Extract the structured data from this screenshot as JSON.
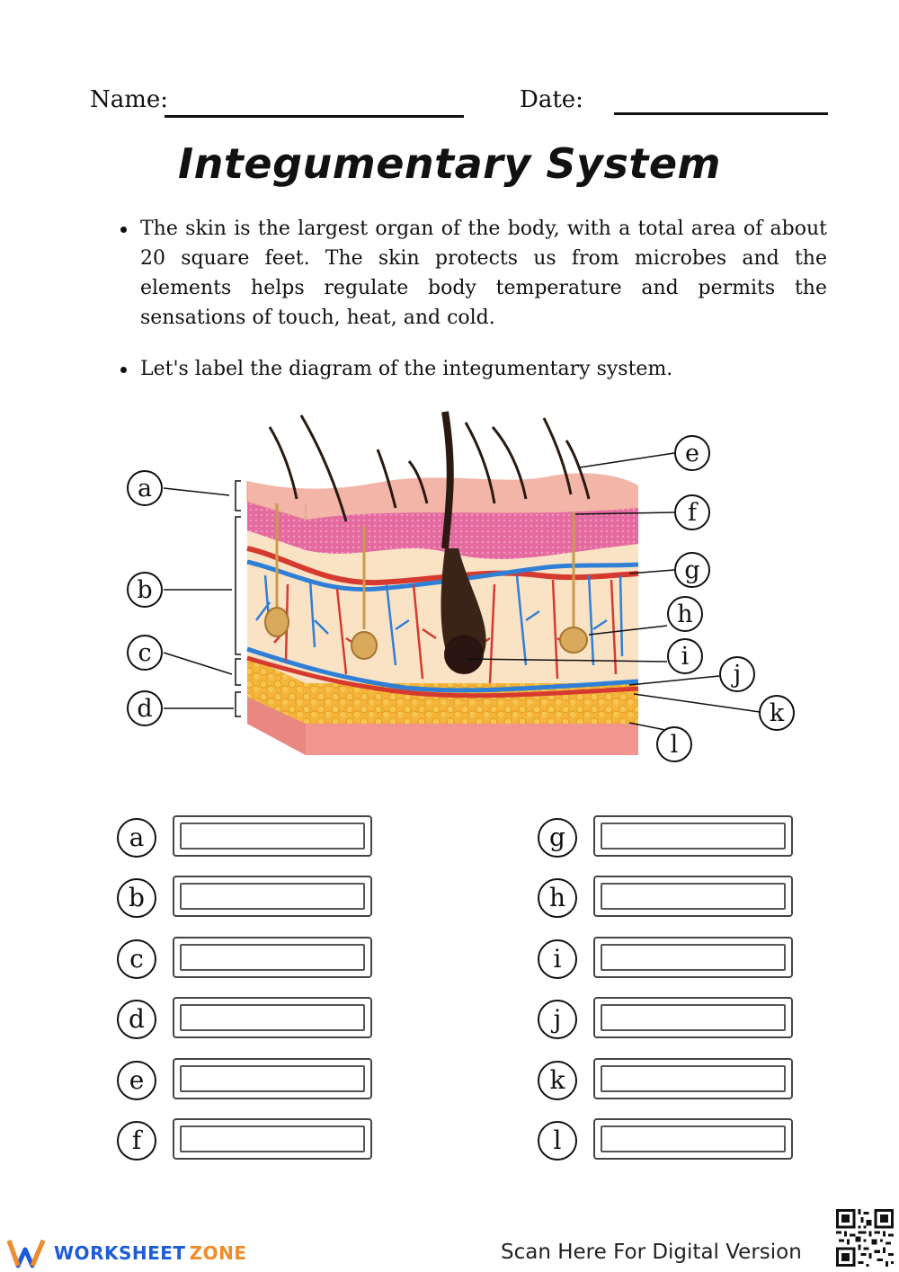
{
  "header": {
    "name_label": "Name:",
    "date_label": "Date:"
  },
  "title": "Integumentary System",
  "bullets": [
    "The skin is the largest organ of the body, with a total area of about 20 square feet. The skin protects us from microbes and the elements helps regulate body temperature and permits the sensations of touch, heat, and cold.",
    "Let's label the diagram of the integumentary system."
  ],
  "diagram_labels": {
    "a": "a",
    "b": "b",
    "c": "c",
    "d": "d",
    "e": "e",
    "f": "f",
    "g": "g",
    "h": "h",
    "i": "i",
    "j": "j",
    "k": "k",
    "l": "l"
  },
  "answers_left": [
    {
      "letter": "a",
      "value": ""
    },
    {
      "letter": "b",
      "value": ""
    },
    {
      "letter": "c",
      "value": ""
    },
    {
      "letter": "d",
      "value": ""
    },
    {
      "letter": "e",
      "value": ""
    },
    {
      "letter": "f",
      "value": ""
    }
  ],
  "answers_right": [
    {
      "letter": "g",
      "value": ""
    },
    {
      "letter": "h",
      "value": ""
    },
    {
      "letter": "i",
      "value": ""
    },
    {
      "letter": "j",
      "value": ""
    },
    {
      "letter": "k",
      "value": ""
    },
    {
      "letter": "l",
      "value": ""
    }
  ],
  "footer": {
    "brand_part1": "WORKSHEET",
    "brand_part2": "ZONE",
    "scan_text": "Scan Here For Digital Version"
  },
  "colors": {
    "brand_blue": "#1e5bd6",
    "brand_orange": "#f28c28",
    "epidermis": "#f2b5a8",
    "dermis": "#fae3c4",
    "fat": "#f5b53a",
    "artery": "#d63a2f",
    "vein": "#2f7fd6"
  },
  "icons": {
    "logo": "worksheetzone-logo-icon",
    "qr": "qr-code-icon"
  }
}
